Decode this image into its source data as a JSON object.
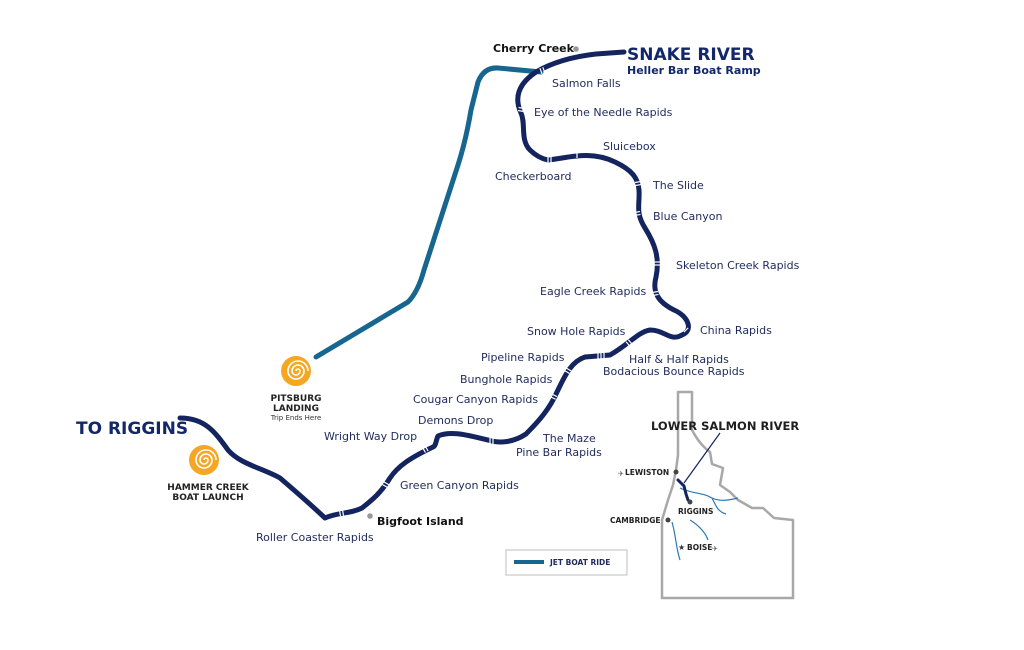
{
  "colors": {
    "river": "#14245f",
    "jet_boat": "#17668f",
    "launch_icon": "#f5a623",
    "state_outline": "#9a9a9a",
    "tributary": "#2a7ab5"
  },
  "titles": {
    "to_riggins": "TO RIGGINS",
    "snake_river": "SNAKE RIVER",
    "heller_bar": "Heller Bar Boat Ramp"
  },
  "points": {
    "cherry_creek": "Cherry Creek",
    "bigfoot_island": "Bigfoot Island"
  },
  "landings": {
    "pitsburg_line1": "PITSBURG",
    "pitsburg_line2": "LANDING",
    "pitsburg_note": "Trip Ends Here",
    "hammer_line1": "HAMMER CREEK",
    "hammer_line2": "BOAT LAUNCH",
    "icon": "spiral-icon"
  },
  "rapids": {
    "salmon_falls": "Salmon Falls",
    "eye_of_needle": "Eye of the Needle Rapids",
    "sluicebox": "Sluicebox",
    "checkerboard": "Checkerboard",
    "the_slide": "The Slide",
    "blue_canyon": "Blue Canyon",
    "skeleton_creek": "Skeleton Creek Rapids",
    "eagle_creek": "Eagle Creek Rapids",
    "snow_hole": "Snow Hole Rapids",
    "china": "China Rapids",
    "pipeline": "Pipeline Rapids",
    "half_half": "Half & Half Rapids",
    "bodacious": "Bodacious Bounce Rapids",
    "bunghole": "Bunghole Rapids",
    "cougar_canyon": "Cougar Canyon Rapids",
    "demons_drop": "Demons Drop",
    "wright_way": "Wright Way Drop",
    "the_maze": "The Maze",
    "pine_bar": "Pine Bar Rapids",
    "green_canyon": "Green Canyon Rapids",
    "roller_coaster": "Roller Coaster Rapids"
  },
  "inset": {
    "title": "LOWER SALMON RIVER",
    "cities": {
      "lewiston": "LEWISTON",
      "riggins": "RIGGINS",
      "cambridge": "CAMBRIDGE",
      "boise": "BOISE"
    }
  },
  "legend": {
    "jet_boat_ride": "JET BOAT RIDE"
  }
}
